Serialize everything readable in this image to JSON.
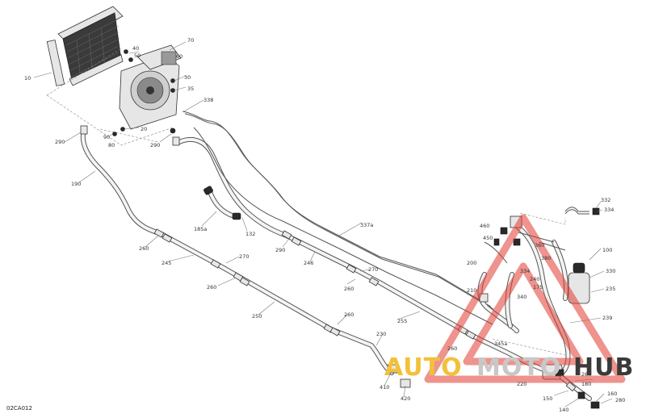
{
  "figure_code": "02CA012",
  "callouts": [
    {
      "id": "c10",
      "text": "10"
    },
    {
      "id": "c40",
      "text": "40"
    },
    {
      "id": "c50",
      "text": "50"
    },
    {
      "id": "c70",
      "text": "70"
    },
    {
      "id": "c60",
      "text": "60"
    },
    {
      "id": "c30",
      "text": "30"
    },
    {
      "id": "c35",
      "text": "35"
    },
    {
      "id": "c20",
      "text": "20"
    },
    {
      "id": "c90",
      "text": "90"
    },
    {
      "id": "c80",
      "text": "80"
    },
    {
      "id": "c290a",
      "text": "290"
    },
    {
      "id": "c290b",
      "text": "290"
    },
    {
      "id": "c290c",
      "text": "290"
    },
    {
      "id": "c338",
      "text": "338"
    },
    {
      "id": "c190",
      "text": "190"
    },
    {
      "id": "c185a",
      "text": "185a"
    },
    {
      "id": "c132",
      "text": "132"
    },
    {
      "id": "c337a",
      "text": "337a"
    },
    {
      "id": "c260a",
      "text": "260"
    },
    {
      "id": "c260b",
      "text": "260"
    },
    {
      "id": "c260c",
      "text": "260"
    },
    {
      "id": "c260d",
      "text": "260"
    },
    {
      "id": "c260e",
      "text": "260"
    },
    {
      "id": "c260f",
      "text": "260"
    },
    {
      "id": "c245",
      "text": "245"
    },
    {
      "id": "c246",
      "text": "246"
    },
    {
      "id": "c270a",
      "text": "270"
    },
    {
      "id": "c270b",
      "text": "270"
    },
    {
      "id": "c250",
      "text": "250"
    },
    {
      "id": "c255",
      "text": "255"
    },
    {
      "id": "c230",
      "text": "230"
    },
    {
      "id": "c410",
      "text": "410"
    },
    {
      "id": "c420",
      "text": "420"
    },
    {
      "id": "c460",
      "text": "460"
    },
    {
      "id": "c450",
      "text": "450"
    },
    {
      "id": "c332",
      "text": "332"
    },
    {
      "id": "c334a",
      "text": "334"
    },
    {
      "id": "c334b",
      "text": "334"
    },
    {
      "id": "c100",
      "text": "100"
    },
    {
      "id": "c330",
      "text": "330"
    },
    {
      "id": "c235",
      "text": "235"
    },
    {
      "id": "c239",
      "text": "239"
    },
    {
      "id": "c240",
      "text": "240"
    },
    {
      "id": "c175",
      "text": "175"
    },
    {
      "id": "c380",
      "text": "380"
    },
    {
      "id": "c360",
      "text": "360"
    },
    {
      "id": "c345a",
      "text": "345a"
    },
    {
      "id": "c220",
      "text": "220"
    },
    {
      "id": "c180",
      "text": "180"
    },
    {
      "id": "c150",
      "text": "150"
    },
    {
      "id": "c140",
      "text": "140"
    },
    {
      "id": "c160",
      "text": "160"
    },
    {
      "id": "c280",
      "text": "280"
    },
    {
      "id": "c210",
      "text": "210"
    },
    {
      "id": "c200",
      "text": "200"
    },
    {
      "id": "c340",
      "text": "340"
    }
  ],
  "watermark": {
    "brand_part1": "AUTO",
    "brand_part2": "MOTO",
    "brand_part3": "HUB",
    "colors": {
      "auto": "#f2c13a",
      "moto": "#c8c8c8",
      "hub": "#3a3a3a",
      "triangle": "#e03a2f"
    }
  }
}
